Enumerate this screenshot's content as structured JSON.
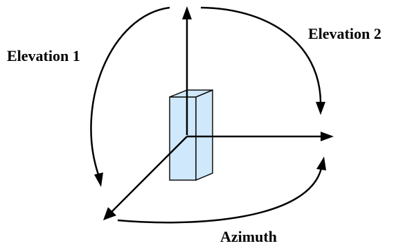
{
  "labels": {
    "elevation_1": "Elevation 1",
    "elevation_2": "Elevation 2",
    "azimuth": "Azimuth"
  },
  "colors": {
    "stroke": "#000000",
    "box_fill": "#cfe8fb",
    "box_stroke": "#111111",
    "background": "#ffffff"
  }
}
